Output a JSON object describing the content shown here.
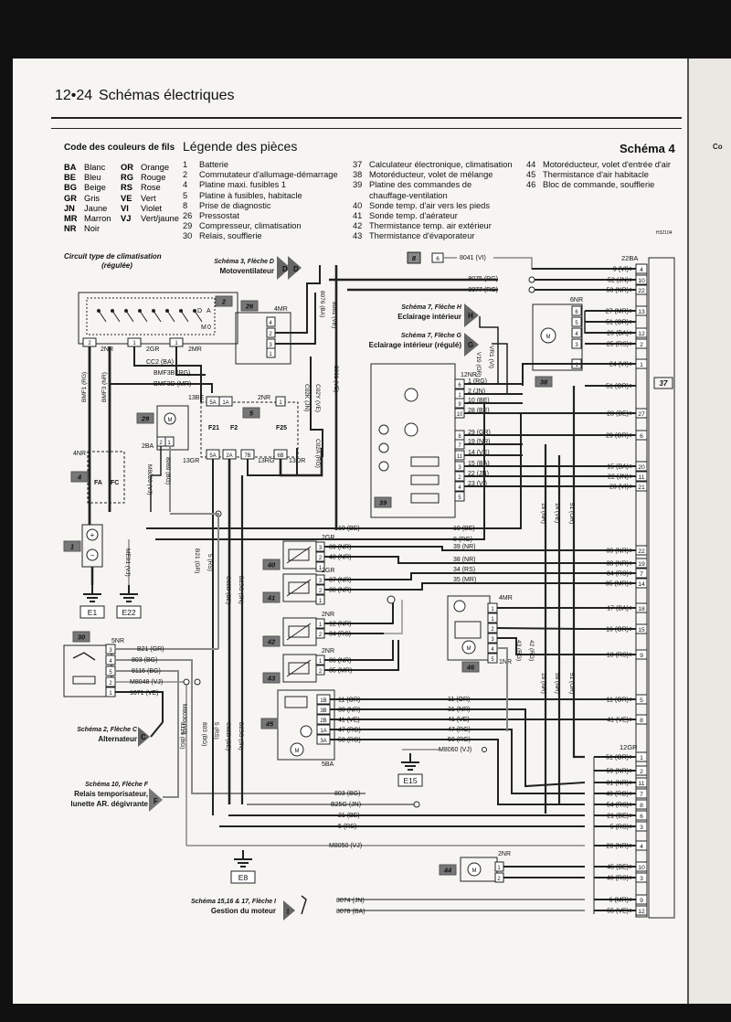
{
  "page_header": {
    "number": "12•24",
    "title": "Schémas électriques"
  },
  "color_codes": {
    "title": "Code des couleurs de fils",
    "left": [
      {
        "code": "BA",
        "name": "Blanc"
      },
      {
        "code": "BE",
        "name": "Bleu"
      },
      {
        "code": "BG",
        "name": "Beige"
      },
      {
        "code": "GR",
        "name": "Gris"
      },
      {
        "code": "JN",
        "name": "Jaune"
      },
      {
        "code": "MR",
        "name": "Marron"
      },
      {
        "code": "NR",
        "name": "Noir"
      }
    ],
    "right": [
      {
        "code": "OR",
        "name": "Orange"
      },
      {
        "code": "RG",
        "name": "Rouge"
      },
      {
        "code": "RS",
        "name": "Rose"
      },
      {
        "code": "VE",
        "name": "Vert"
      },
      {
        "code": "VI",
        "name": "Violet"
      },
      {
        "code": "VJ",
        "name": "Vert/jaune"
      }
    ]
  },
  "legend": {
    "title": "Légende des pièces",
    "schema_label": "Schéma 4",
    "col1": [
      {
        "n": "1",
        "t": "Batterie"
      },
      {
        "n": "2",
        "t": "Commutateur d'allumage-démarrage"
      },
      {
        "n": "4",
        "t": "Platine maxi. fusibles 1"
      },
      {
        "n": "5",
        "t": "Platine à fusibles, habitacle"
      },
      {
        "n": "8",
        "t": "Prise de diagnostic"
      },
      {
        "n": "26",
        "t": "Pressostat"
      },
      {
        "n": "29",
        "t": "Compresseur, climatisation"
      },
      {
        "n": "30",
        "t": "Relais, soufflerie"
      }
    ],
    "col2": [
      {
        "n": "37",
        "t": "Calculateur électronique, climatisation"
      },
      {
        "n": "38",
        "t": "Motoréducteur, volet de mélange"
      },
      {
        "n": "39",
        "t": "Platine des commandes de"
      },
      {
        "n": "",
        "t": "chauffage-ventilation"
      },
      {
        "n": "40",
        "t": "Sonde temp. d'air vers les pieds"
      },
      {
        "n": "41",
        "t": "Sonde temp. d'aérateur"
      },
      {
        "n": "42",
        "t": "Thermistance temp. air extérieur"
      },
      {
        "n": "43",
        "t": "Thermistance d'évaporateur"
      }
    ],
    "col3": [
      {
        "n": "44",
        "t": "Motoréducteur, volet d'entrée d'air"
      },
      {
        "n": "45",
        "t": "Thermistance d'air habitacle"
      },
      {
        "n": "46",
        "t": "Bloc de commande, soufflerie"
      }
    ],
    "ref": "H32104"
  },
  "diagram": {
    "circuit_title": "Circuit type de climatisation",
    "circuit_sub": "(régulée)",
    "refs": {
      "motovent": {
        "line1": "Schéma 3, Flèche D",
        "line2": "Motoventilateur",
        "arrow": "D"
      },
      "eclairage": {
        "line1": "Schéma 7, Flèche H",
        "line2": "Eclairage intérieur",
        "arrow": "H"
      },
      "eclairage_reg": {
        "line1": "Schéma 7, Flèche G",
        "line2": "Eclairage intérieur (régulé)",
        "arrow": "G"
      },
      "alternateur": {
        "line1": "Schéma 2, Flèche C",
        "line2": "Alternateur",
        "arrow": "C"
      },
      "relais": {
        "line1": "Schéma 10, Flèche F",
        "line2": "Relais temporisateur,",
        "line3": "lunette AR. dégivrante",
        "arrow": "F"
      },
      "gestion": {
        "line1": "Schéma 15,16 & 17, Flèche I",
        "line2": "Gestion du moteur",
        "arrow": "I"
      }
    },
    "components": [
      "1",
      "2",
      "4",
      "5",
      "8",
      "26",
      "29",
      "30",
      "37",
      "38",
      "39",
      "40",
      "41",
      "42",
      "43",
      "44",
      "45",
      "46"
    ],
    "grounds": [
      "E1",
      "E22",
      "E15",
      "E8"
    ],
    "connector_22ba": "22BA",
    "connector_12gr": "12GR",
    "wires_top": [
      {
        "label": "8041 (VI)",
        "pin": "4"
      },
      {
        "label": "9 (VI)",
        "pin": "4"
      },
      {
        "label": "52 (JN)",
        "pin": "10"
      },
      {
        "label": "8075 (RG)",
        "pin": "10"
      },
      {
        "label": "8077 (RG)",
        "pin": "22"
      },
      {
        "label": "53 (NR)",
        "pin": "22"
      }
    ],
    "right_pins_a": [
      {
        "label": "27 (MR)",
        "pin": "13"
      },
      {
        "label": "51 (OR)",
        "pin": ""
      },
      {
        "label": "26 (BA)",
        "pin": "12"
      },
      {
        "label": "25 (RS)",
        "pin": "2"
      },
      {
        "label": "24 (VI)",
        "pin": "1"
      },
      {
        "label": "51 (OR)",
        "pin": ""
      },
      {
        "label": "28 (BE)",
        "pin": "27"
      },
      {
        "label": "29 (GR)",
        "pin": "6"
      },
      {
        "label": "15 (BA)",
        "pin": "20"
      },
      {
        "label": "22 (JN)",
        "pin": "11"
      },
      {
        "label": "23 (VI)",
        "pin": "21"
      }
    ],
    "right_pins_b": [
      {
        "label": "39 (NR)",
        "pin": "22"
      },
      {
        "label": "38 (NR)",
        "pin": "19"
      },
      {
        "label": "34 (RS)",
        "pin": "7"
      },
      {
        "label": "35 (MR)",
        "pin": "14"
      },
      {
        "label": "17 (BA)",
        "pin": "18"
      },
      {
        "label": "16 (OR)",
        "pin": "15"
      },
      {
        "label": "18 (RS)",
        "pin": "9"
      },
      {
        "label": "11 (OR)",
        "pin": "5"
      },
      {
        "label": "41 (VE)",
        "pin": "8"
      }
    ],
    "right_pins_c": [
      {
        "label": "51 (OR)",
        "pin": "1"
      },
      {
        "label": "59 (NR)",
        "pin": "2"
      },
      {
        "label": "31 (NR)",
        "pin": "11"
      },
      {
        "label": "49 (RG)",
        "pin": "7"
      },
      {
        "label": "54 (RS)",
        "pin": "8"
      },
      {
        "label": "21 (BE)",
        "pin": "6"
      },
      {
        "label": "5 (RS)",
        "pin": "3"
      },
      {
        "label": "20 (NR)",
        "pin": "4"
      },
      {
        "label": "45 (BE)",
        "pin": "10"
      },
      {
        "label": "46 (RS)",
        "pin": "3"
      },
      {
        "label": "6 (MR)",
        "pin": "9"
      },
      {
        "label": "55 (VE)",
        "pin": "12"
      }
    ],
    "pin_37": "37",
    "misc_labels": [
      "2NR",
      "2GR",
      "2MR",
      "4MR",
      "13BE",
      "5A",
      "1A",
      "2NR",
      "F21",
      "F2",
      "F25",
      "2A",
      "7B",
      "6B",
      "13GR",
      "13RG",
      "13OR",
      "4NR",
      "FA",
      "FC",
      "2BA",
      "BMF3B (RG)",
      "BMF3D (MR)",
      "CC2 (BA)",
      "BMF1 (RG)",
      "BMF3 (NR)",
      "8069 (BG)",
      "M8020 (VJ)",
      "ME01 (VJ)",
      "C02K (JN)",
      "C02Y (VE)",
      "8076 (BA)",
      "8061 (VE)",
      "C02A (RG)",
      "6NR",
      "12NR",
      "1 (RG)",
      "2 (JN)",
      "10 (BE)",
      "28 (BE)",
      "29 (GR)",
      "19 (NR)",
      "14 (VE)",
      "15 (BA)",
      "22 (JN)",
      "23 (VI)",
      "10 (BE)",
      "8 (RG)",
      "5NR",
      "B21 (GR)",
      "803 (BG)",
      "8116 (BG)",
      "M8048 (VJ)",
      "1071 (VE)",
      "M8030 (VJ)",
      "B25G (JN)",
      "C02B (BE)",
      "B21 (GR)",
      "5 (RS)",
      "39 (NR)",
      "40 (NR)",
      "37 (NR)",
      "38 (NR)",
      "12 (NR)",
      "34 (RS)",
      "36 (NR)",
      "35 (MR)",
      "11 (OR)",
      "30 (NR)",
      "41 (VE)",
      "47 (RG)",
      "50 (RG)",
      "31 (NR)",
      "M8060 (VJ)",
      "1NR",
      "5BA",
      "M8050 (VJ)",
      "21 (BE)",
      "5 (RS)",
      "B25G (JN)",
      "803 (BG)",
      "8074 (JN)",
      "8078 (BA)",
      "VR1 (VI)",
      "V19 (OR)",
      "43 (RG)",
      "42 (RG)",
      "19 (NR)",
      "59 (NR)",
      "51 (OR)",
      "1B",
      "3B",
      "2B",
      "1A",
      "3A",
      "DA",
      "M0"
    ]
  }
}
